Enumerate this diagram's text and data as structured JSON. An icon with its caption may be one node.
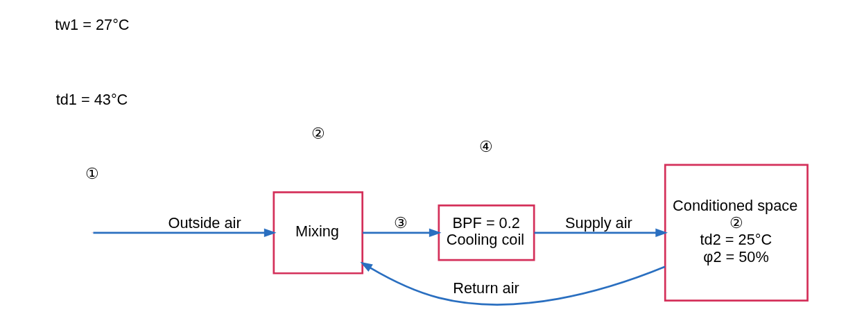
{
  "diagram": {
    "nodes": [
      {
        "text": [
          "Mixing"
        ]
      },
      {
        "text": [
          "BPF = 0.2",
          "Cooling coil"
        ]
      },
      {
        "text": [
          "Conditioned space",
          "②",
          "td2 = 25°C",
          "φ2 = 50%"
        ]
      }
    ],
    "edges": [
      {
        "from": null,
        "to": 0,
        "arrow": "to",
        "label": "Outside air"
      },
      {
        "from": 0,
        "to": 1,
        "arrow": "to",
        "label": "③"
      },
      {
        "from": 1,
        "to": 2,
        "arrow": "to",
        "label": "Supply air"
      },
      {
        "from": 2,
        "to": 0,
        "arrow": "to",
        "label": "Return air"
      }
    ],
    "labels": [
      "②",
      "①",
      "td1 = 43°C",
      "tw1 = 27°C",
      "④"
    ]
  }
}
